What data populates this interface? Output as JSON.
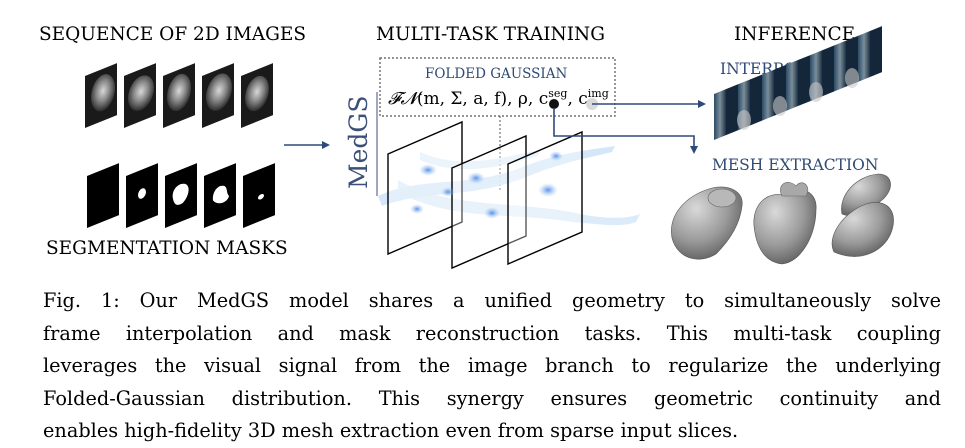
{
  "figure": {
    "headers": {
      "sequence": "SEQUENCE OF 2D IMAGES",
      "segmentation": "SEGMENTATION MASKS",
      "training": "MULTI-TASK TRAINING",
      "inference": "INFERENCE"
    },
    "folded_gaussian": {
      "title": "FOLDED GAUSSIAN",
      "formula_fn": "𝓕𝓝",
      "formula_args": "(m, Σ, a, f), ρ, c",
      "formula_seg": "seg",
      "formula_comma": ", c",
      "formula_img": "img"
    },
    "medgs_label": "MedGS",
    "interpolation_label": "INTERPOLATION",
    "mesh_label": "MESH EXTRACTION"
  },
  "caption": {
    "lines": [
      "Fig. 1: Our MedGS model shares a unified geometry to simultaneously solve",
      "frame interpolation and mask reconstruction tasks. This multi-task coupling",
      "leverages the visual signal from the image branch to regularize the underlying",
      "Folded-Gaussian distribution. This synergy ensures geometric continuity and",
      "enables high-fidelity 3D mesh extraction even from sparse input slices."
    ]
  }
}
